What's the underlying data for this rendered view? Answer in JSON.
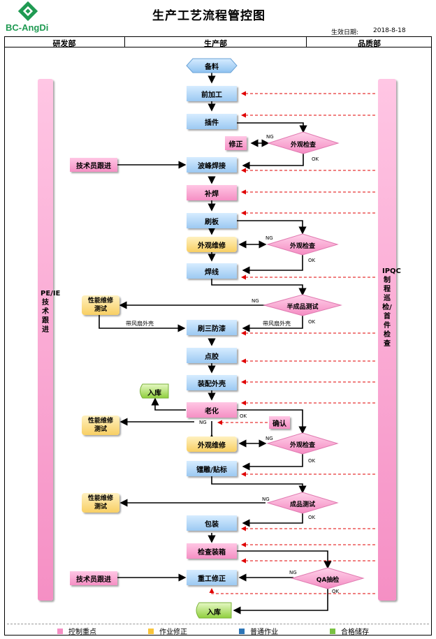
{
  "header": {
    "logo_text": "BC-AngDi",
    "title": "生产工艺流程管控图",
    "effective_date_label": "生效日期:",
    "effective_date": "2018-8-18"
  },
  "departments": [
    "研发部",
    "生产部",
    "品质部"
  ],
  "side_bars": {
    "left_text": "PE/IE技术跟进",
    "right_text": "IPQC制程巡检/首件检查"
  },
  "process_steps": {
    "prep": "备料",
    "preprocess": "前加工",
    "insert": "插件",
    "repair": "修正",
    "wave_solder": "波峰焊接",
    "rework_solder": "补焊",
    "brush": "刷板",
    "appearance_repair_1": "外观维修",
    "weld_wire": "焊线",
    "conformal_coat": "刷三防漆",
    "glue": "点胶",
    "assembly": "装配外壳",
    "aging": "老化",
    "store_1": "入库",
    "confirm": "确认",
    "appearance_repair_2": "外观维修",
    "label": "镭雕/贴标",
    "packing": "包装",
    "inspect_box": "检查装箱",
    "rework_fix": "重工修正",
    "store_2": "入库"
  },
  "checks": {
    "appearance_check_1": "外观检查",
    "appearance_check_2": "外观检查",
    "semi_test": "半成品测试",
    "appearance_check_3": "外观检查",
    "final_test": "成品测试",
    "qa_sampling": "QA抽检"
  },
  "rd_boxes": {
    "tech_follow_1": "技术员跟进",
    "perf_repair_1": "性能维修\n测试",
    "perf_repair_2": "性能维修\n测试",
    "perf_repair_3": "性能维修\n测试",
    "tech_follow_2": "技术员跟进"
  },
  "flow_labels": {
    "ng": "NG",
    "ok": "OK",
    "fan_case": "带风扇外壳"
  },
  "legend": [
    {
      "label": "控制重点",
      "color": "#f58fc4"
    },
    {
      "label": "作业修正",
      "color": "#f8c43a"
    },
    {
      "label": "普通作业",
      "color": "#2e75b6"
    },
    {
      "label": "合格储存",
      "color": "#7ac143"
    }
  ]
}
